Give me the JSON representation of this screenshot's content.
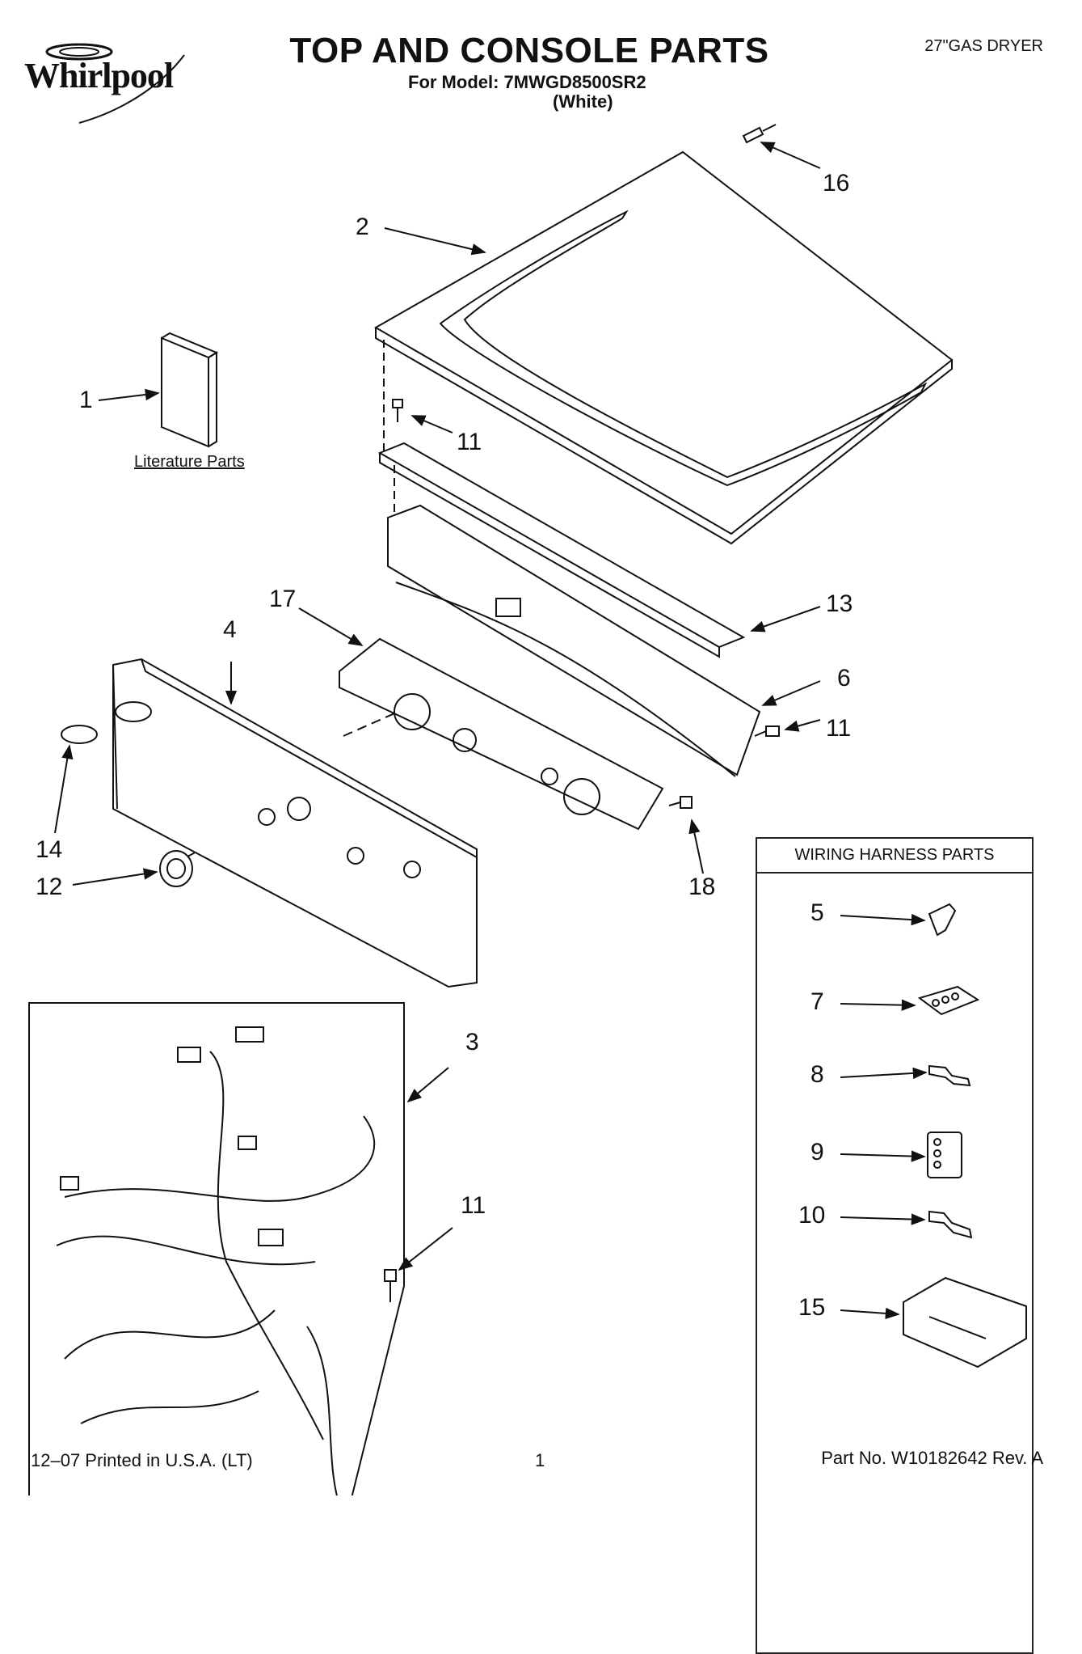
{
  "header": {
    "brand": "Whirlpool",
    "title": "TOP AND CONSOLE PARTS",
    "model_line": "For Model: 7MWGD8500SR2",
    "color_line": "(White)",
    "product_type": "27\"GAS DRYER"
  },
  "literature": {
    "caption": "Literature Parts"
  },
  "callouts": {
    "c1": "1",
    "c2": "2",
    "c3": "3",
    "c4": "4",
    "c6": "6",
    "c11a": "11",
    "c11b": "11",
    "c11c": "11",
    "c12": "12",
    "c13": "13",
    "c14": "14",
    "c16": "16",
    "c17": "17",
    "c18": "18"
  },
  "harness": {
    "heading": "WIRING HARNESS PARTS",
    "items": [
      {
        "label": "5",
        "icon": "clip-icon"
      },
      {
        "label": "7",
        "icon": "connector-3pin-icon"
      },
      {
        "label": "8",
        "icon": "terminal-icon"
      },
      {
        "label": "9",
        "icon": "connector-4pin-icon"
      },
      {
        "label": "10",
        "icon": "terminal-icon"
      },
      {
        "label": "15",
        "icon": "connector-block-icon"
      }
    ]
  },
  "footer": {
    "printed": "12–07 Printed in U.S.A. (LT)",
    "page": "1",
    "part_no": "Part No. W10182642 Rev. A"
  }
}
